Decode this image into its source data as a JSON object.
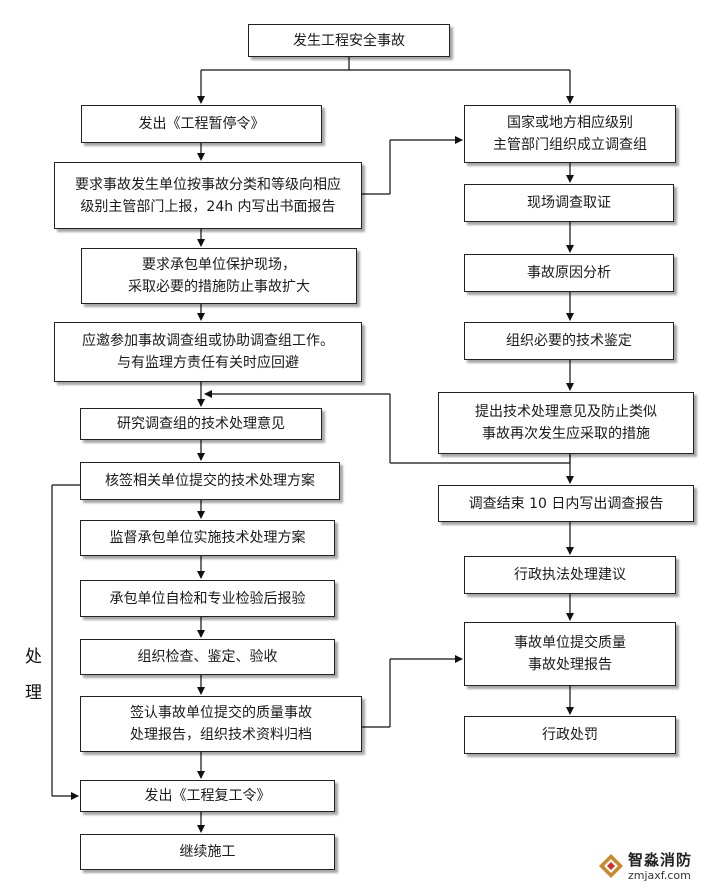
{
  "flowchart": {
    "start": "发生工程安全事故",
    "left": {
      "stop_order": "发出《工程暂停令》",
      "report": "要求事故发生单位按事故分类和等级向相应\n级别主管部门上报，24h 内写出书面报告",
      "protect": "要求承包单位保护现场，\n采取必要的措施防止事故扩大",
      "join": "应邀参加事故调查组或协助调查组工作。\n与有监理方责任有关时应回避",
      "study": "研究调查组的技术处理意见",
      "sign_plan": "核签相关单位提交的技术处理方案",
      "supervise": "监督承包单位实施技术处理方案",
      "self_check": "承包单位自检和专业检验后报验",
      "inspect": "组织检查、鉴定、验收",
      "sign_report": "签认事故单位提交的质量事故\n处理报告，组织技术资料归档",
      "resume_order": "发出《工程复工令》",
      "continue": "继续施工"
    },
    "right": {
      "team": "国家或地方相应级别\n主管部门组织成立调查组",
      "evidence": "现场调查取证",
      "cause": "事故原因分析",
      "appraisal": "组织必要的技术鉴定",
      "measures": "提出技术处理意见及防止类似\n事故再次发生应采取的措施",
      "investigation_report": "调查结束 10 日内写出调查报告",
      "admin_advice": "行政执法处理建议",
      "quality_report": "事故单位提交质量\n事故处理报告",
      "penalty": "行政处罚"
    },
    "side_label_1": "处",
    "side_label_2": "理"
  },
  "watermark": {
    "name": "智淼消防",
    "url": "zmjaxf.com",
    "icon": "diamond-logo-icon"
  }
}
